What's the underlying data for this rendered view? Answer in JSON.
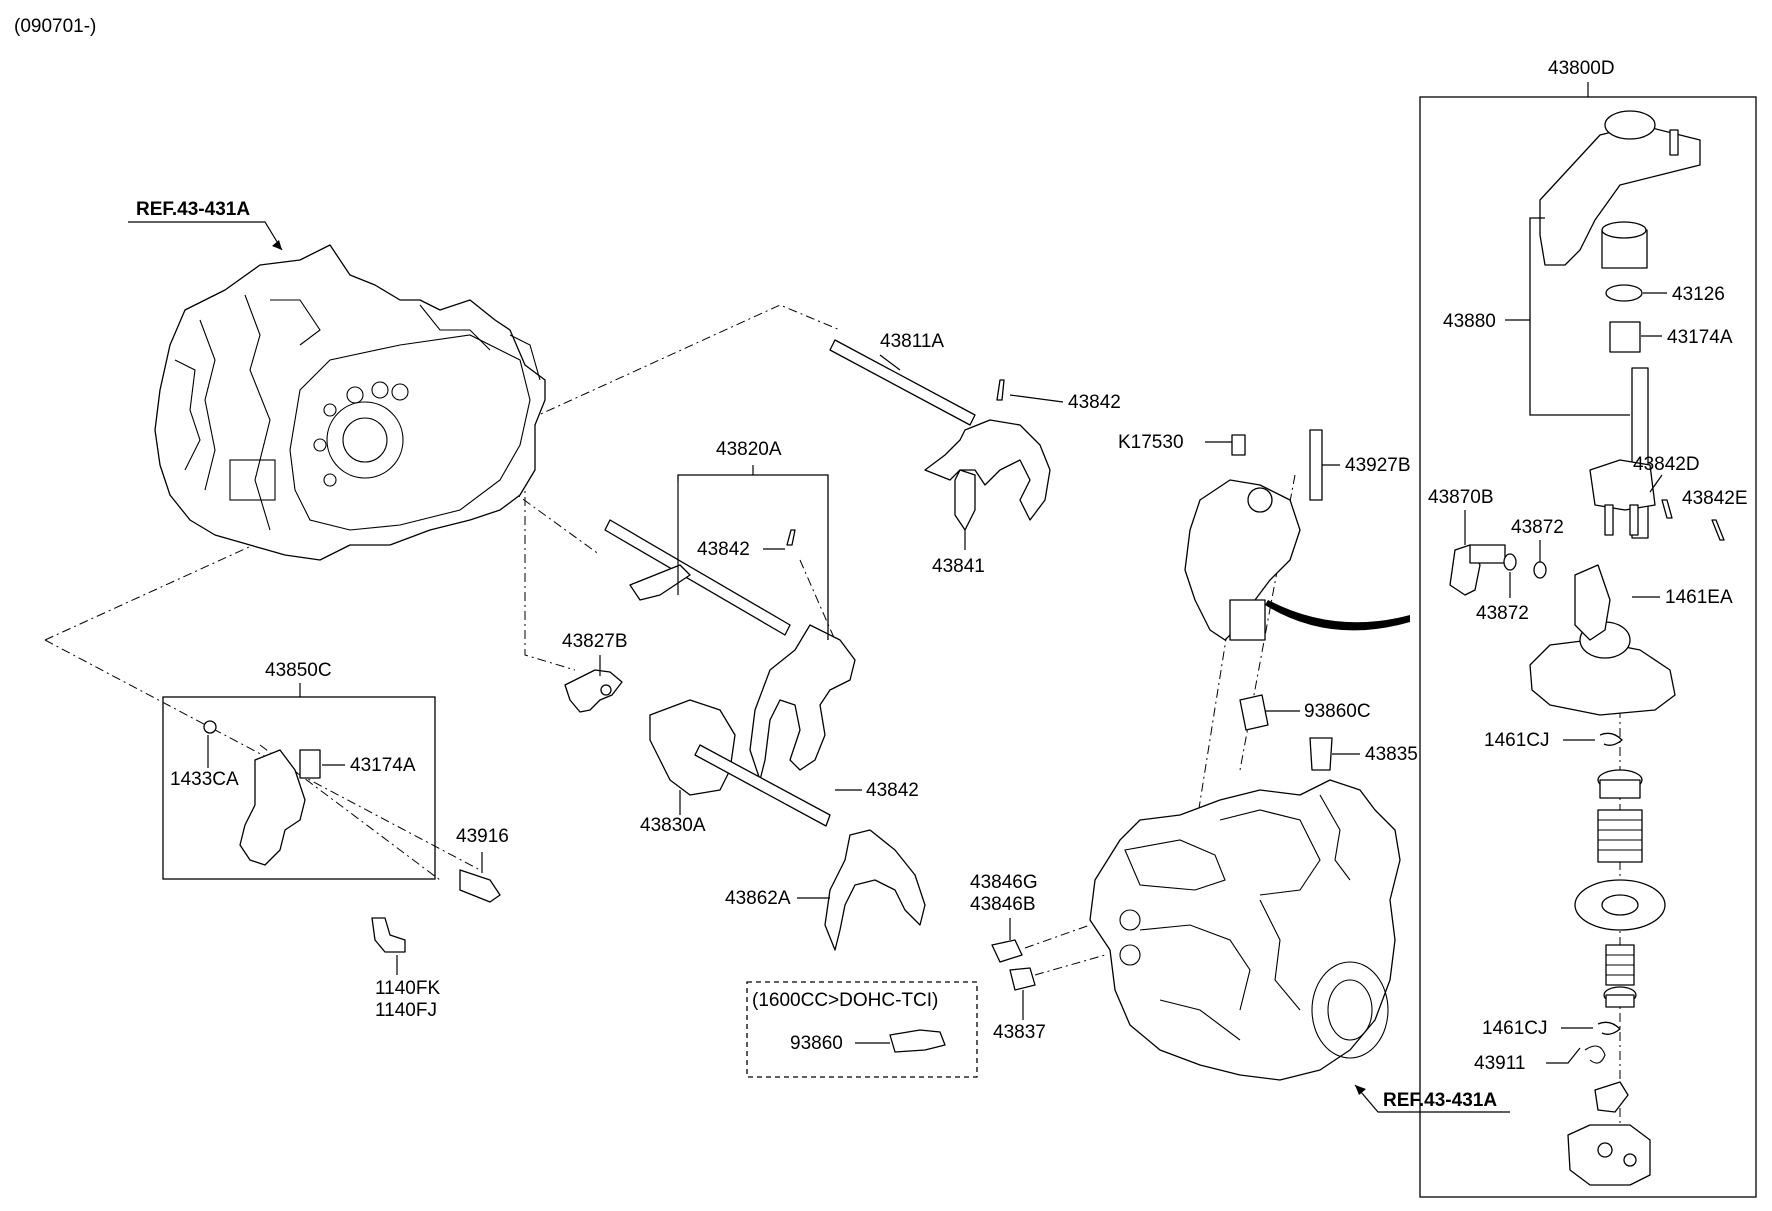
{
  "header": {
    "code": "(090701-)"
  },
  "refs": {
    "ref_top": "REF.43-431A",
    "ref_bottom": "REF.43-431A"
  },
  "labels": {
    "p43800D": "43800D",
    "p43880": "43880",
    "p43126": "43126",
    "p43174A_right": "43174A",
    "p43842D": "43842D",
    "p43842E": "43842E",
    "p43870B": "43870B",
    "p43872_upper": "43872",
    "p43872_lower": "43872",
    "p1461EA": "1461EA",
    "p1461CJ_upper": "1461CJ",
    "p1461CJ_lower": "1461CJ",
    "p43911": "43911",
    "p43811A": "43811A",
    "p43842_a": "43842",
    "p43841": "43841",
    "p43820A": "43820A",
    "p43842_b": "43842",
    "p43827B": "43827B",
    "p43830A": "43830A",
    "p43842_c": "43842",
    "p43862A": "43862A",
    "p43850C": "43850C",
    "p1433CA": "1433CA",
    "p43174A_left": "43174A",
    "p43916": "43916",
    "p1140FK": "1140FK",
    "p1140FJ": "1140FJ",
    "pK17530": "K17530",
    "p43927B": "43927B",
    "p93860C": "93860C",
    "p43835": "43835",
    "p43846G": "43846G",
    "p43846B": "43846B",
    "p43837": "43837",
    "variant_note": "(1600CC>DOHC-TCI)",
    "p93860": "93860"
  }
}
